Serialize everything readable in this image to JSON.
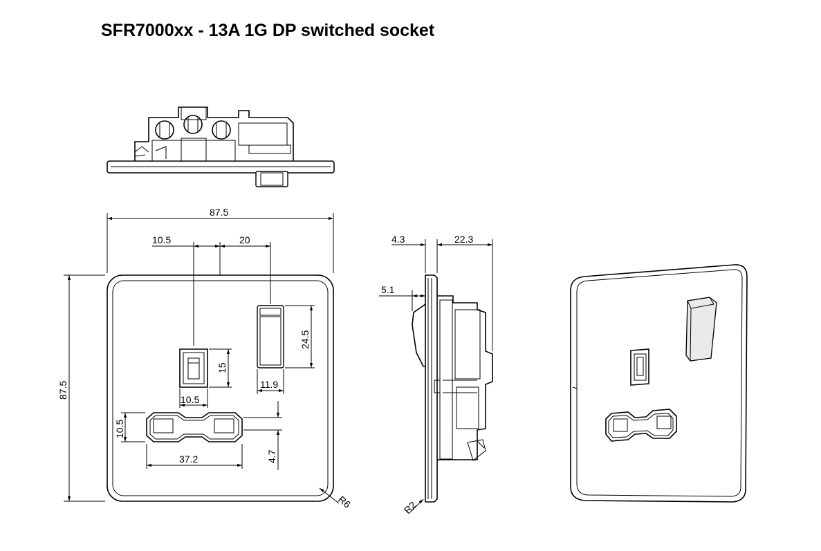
{
  "title": "SFR7000xx - 13A 1G DP switched socket",
  "front_view": {
    "dims": {
      "overall_width": "87.5",
      "overall_height": "87.5",
      "offset_earth": "10.5",
      "switch_offset": "20",
      "earth_slot_height": "15",
      "earth_slot_width": "10.5",
      "switch_height": "24.5",
      "switch_width": "11.9",
      "pin_slot_height": "10.5",
      "pin_spacing": "37.2",
      "pin_offset": "4.7",
      "corner_radius": "R6"
    }
  },
  "side_view": {
    "dims": {
      "plate_thickness": "4.3",
      "depth": "22.3",
      "switch_projection": "5.1",
      "edge_radius": "R2"
    }
  }
}
